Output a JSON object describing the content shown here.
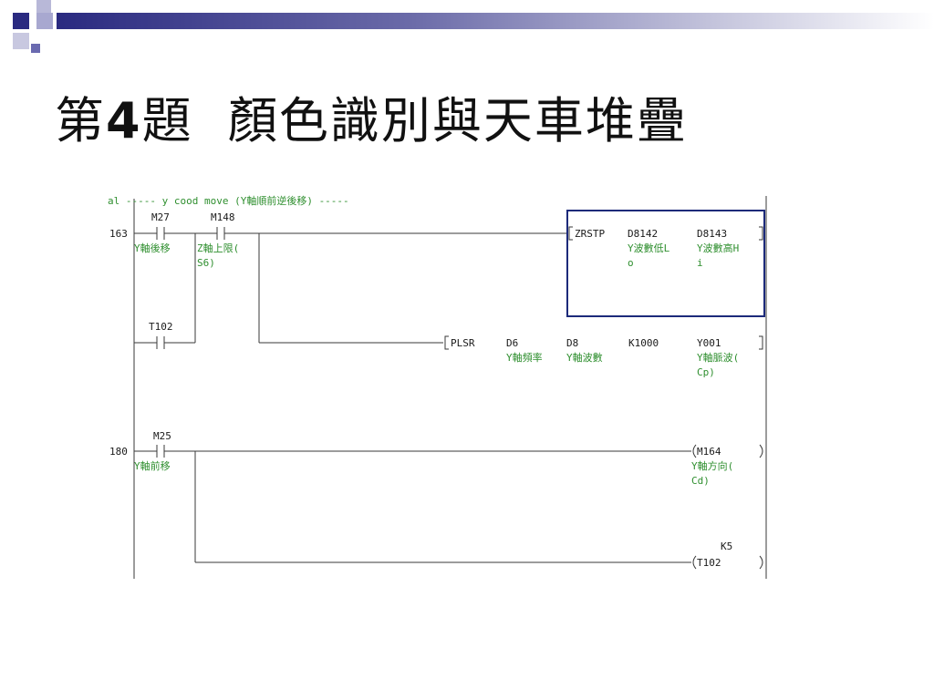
{
  "slide": {
    "title_prefix": "第",
    "title_number": "4",
    "title_rest": "題  顏色識別與天車堆疊"
  },
  "colors": {
    "wire": "#3a3a3a",
    "green_text": "#2f8f2f",
    "highlight_box": "#1c2a7a"
  },
  "ladder": {
    "comment": "al ----- y cood move (Y軸順前逆後移) -----",
    "rungs": [
      {
        "step": "163",
        "contacts": [
          {
            "id": "M27",
            "comment": "Y軸後移"
          },
          {
            "id": "M148",
            "comment_1": "Z軸上限(",
            "comment_2": "S6)"
          },
          {
            "id": "T102",
            "comment": ""
          }
        ],
        "instructions": [
          {
            "op": "ZRSTP",
            "args": [
              {
                "dev": "D8142",
                "c1": "Y波數低L",
                "c2": "o"
              },
              {
                "dev": "D8143",
                "c1": "Y波數高H",
                "c2": "i"
              }
            ]
          },
          {
            "op": "PLSR",
            "args": [
              {
                "dev": "D6",
                "c1": "Y軸頻率"
              },
              {
                "dev": "D8",
                "c1": "Y軸波數"
              },
              {
                "dev": "K1000"
              },
              {
                "dev": "Y001",
                "c1": "Y軸脈波(",
                "c2": "Cp)"
              }
            ]
          }
        ]
      },
      {
        "step": "180",
        "contacts": [
          {
            "id": "M25",
            "comment": "Y軸前移"
          }
        ],
        "coils": [
          {
            "id": "M164",
            "c1": "Y軸方向(",
            "c2": "Cd)"
          },
          {
            "id": "T102",
            "setting": "K5"
          }
        ]
      }
    ]
  }
}
